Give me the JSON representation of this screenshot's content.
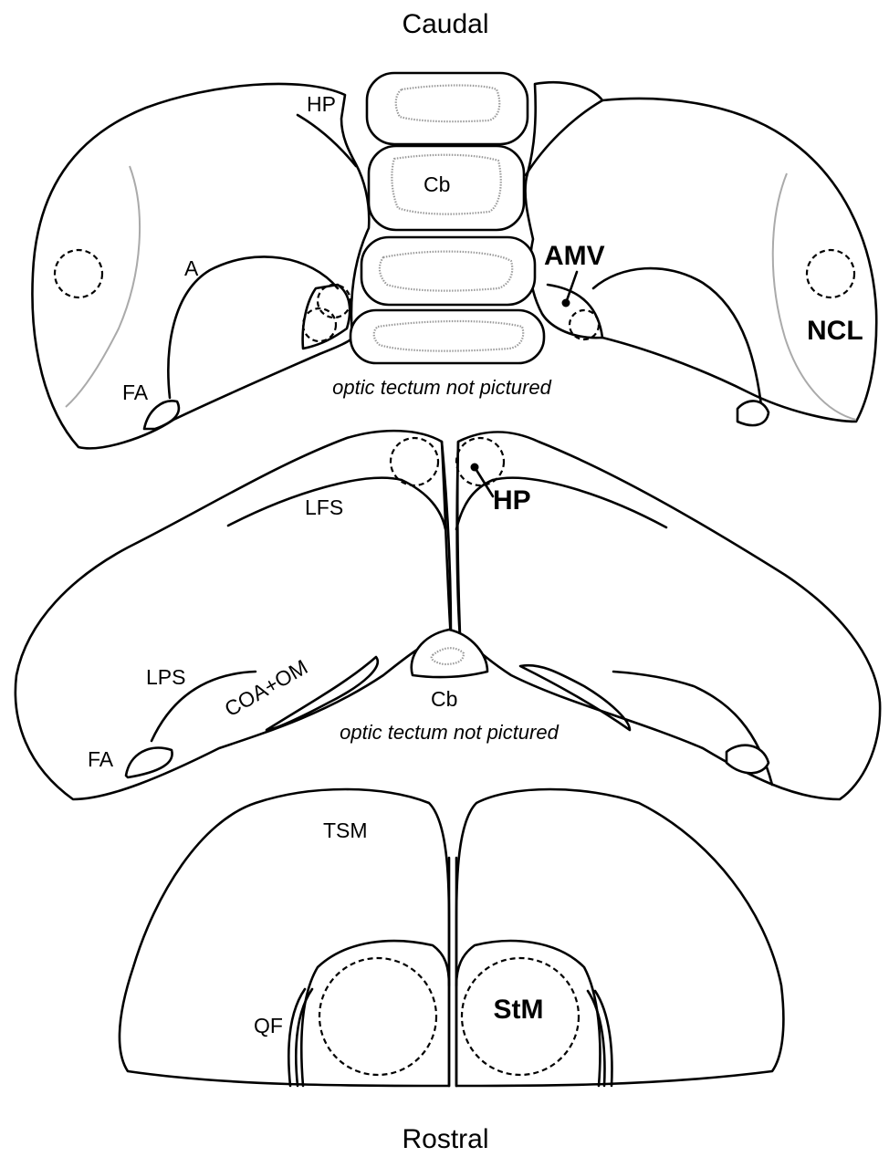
{
  "orientation": {
    "top": "Caudal",
    "bottom": "Rostral"
  },
  "caudal_section": {
    "labels": {
      "hp": "HP",
      "cb": "Cb",
      "a": "A",
      "fa": "FA",
      "amv": "AMV",
      "ncl": "NCL",
      "note": "optic tectum not pictured"
    }
  },
  "middle_section": {
    "labels": {
      "lfs": "LFS",
      "hp": "HP",
      "lps": "LPS",
      "coa_om": "COA+OM",
      "cb": "Cb",
      "fa": "FA",
      "note": "optic tectum not pictured"
    }
  },
  "rostral_section": {
    "labels": {
      "tsm": "TSM",
      "qf": "QF",
      "stm": "StM"
    }
  }
}
